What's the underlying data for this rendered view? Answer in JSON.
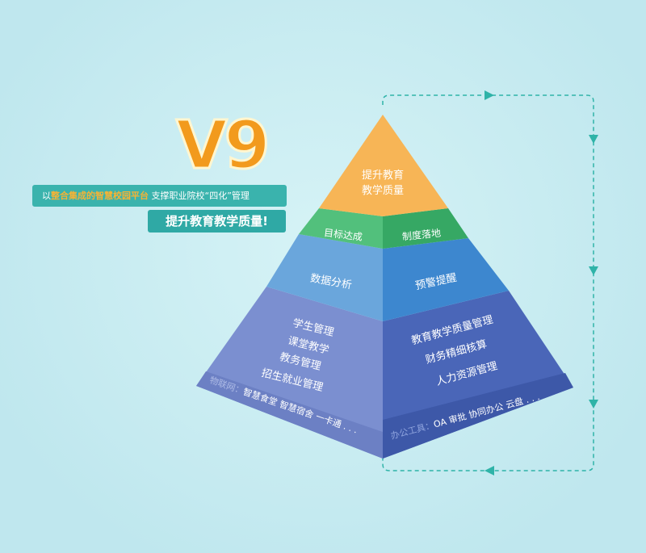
{
  "title": "V9",
  "tagline": {
    "prefix": "以",
    "highlight": "整合集成的智慧校园平台",
    "suffix": " 支撑职业院校“四化”管理"
  },
  "slogan": "提升教育教学质量!",
  "pyramid": {
    "top": [
      "提升教育",
      "教学质量"
    ],
    "level2": {
      "left": "目标达成",
      "right": "制度落地"
    },
    "level3": {
      "left": "数据分析",
      "right": "预警提醒"
    },
    "level4": {
      "left": [
        "学生管理",
        "课堂教学",
        "教务管理",
        "招生就业管理"
      ],
      "right": [
        "教育教学质量管理",
        "财务精细核算",
        "人力资源管理"
      ]
    },
    "base": {
      "left_label": "物联网：",
      "left_items": "智慧食堂  智慧宿舍  一卡通  . . .",
      "right_label": "办公工具：",
      "right_items": "OA 审批  协同办公  云盘  . . ."
    }
  },
  "colors": {
    "accent": "#f29a1d",
    "teal": "#2fb3a8"
  }
}
